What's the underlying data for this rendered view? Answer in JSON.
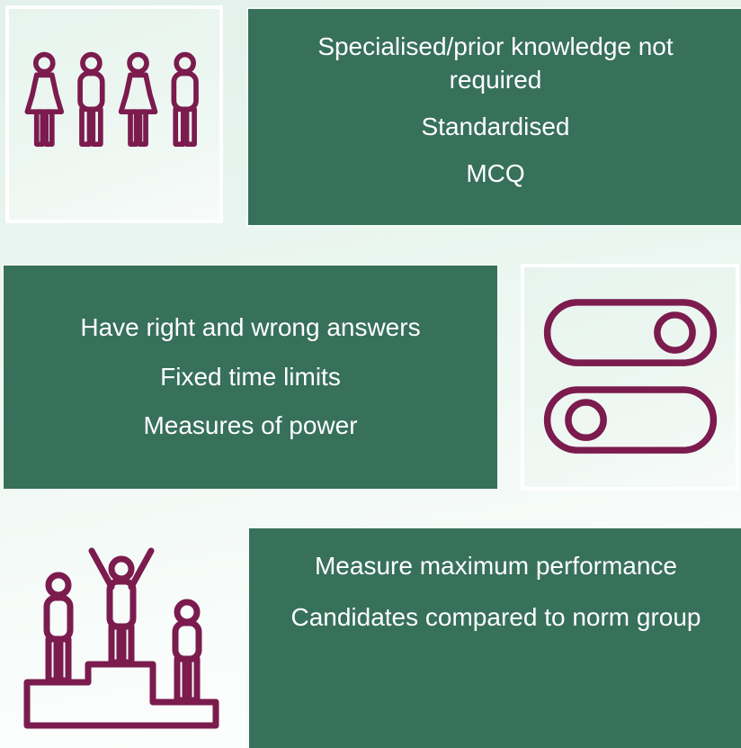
{
  "slide": {
    "colors": {
      "panel_green": "#37705b",
      "icon_maroon": "#7b1b4e",
      "background_mint": "#e4f2ec",
      "text_white": "#ffffff"
    },
    "panels": {
      "people": {
        "icon": "people-group-icon"
      },
      "knowledge": {
        "lines": [
          "Specialised/prior knowledge not required",
          "Standardised",
          "MCQ"
        ]
      },
      "answers": {
        "lines": [
          "Have right and wrong answers",
          "Fixed time limits",
          "Measures of power"
        ]
      },
      "toggles": {
        "icon": "toggle-switches-icon"
      },
      "podium": {
        "icon": "winner-podium-icon"
      },
      "performance": {
        "lines": [
          "Measure maximum performance",
          "Candidates compared to norm group"
        ]
      }
    }
  }
}
